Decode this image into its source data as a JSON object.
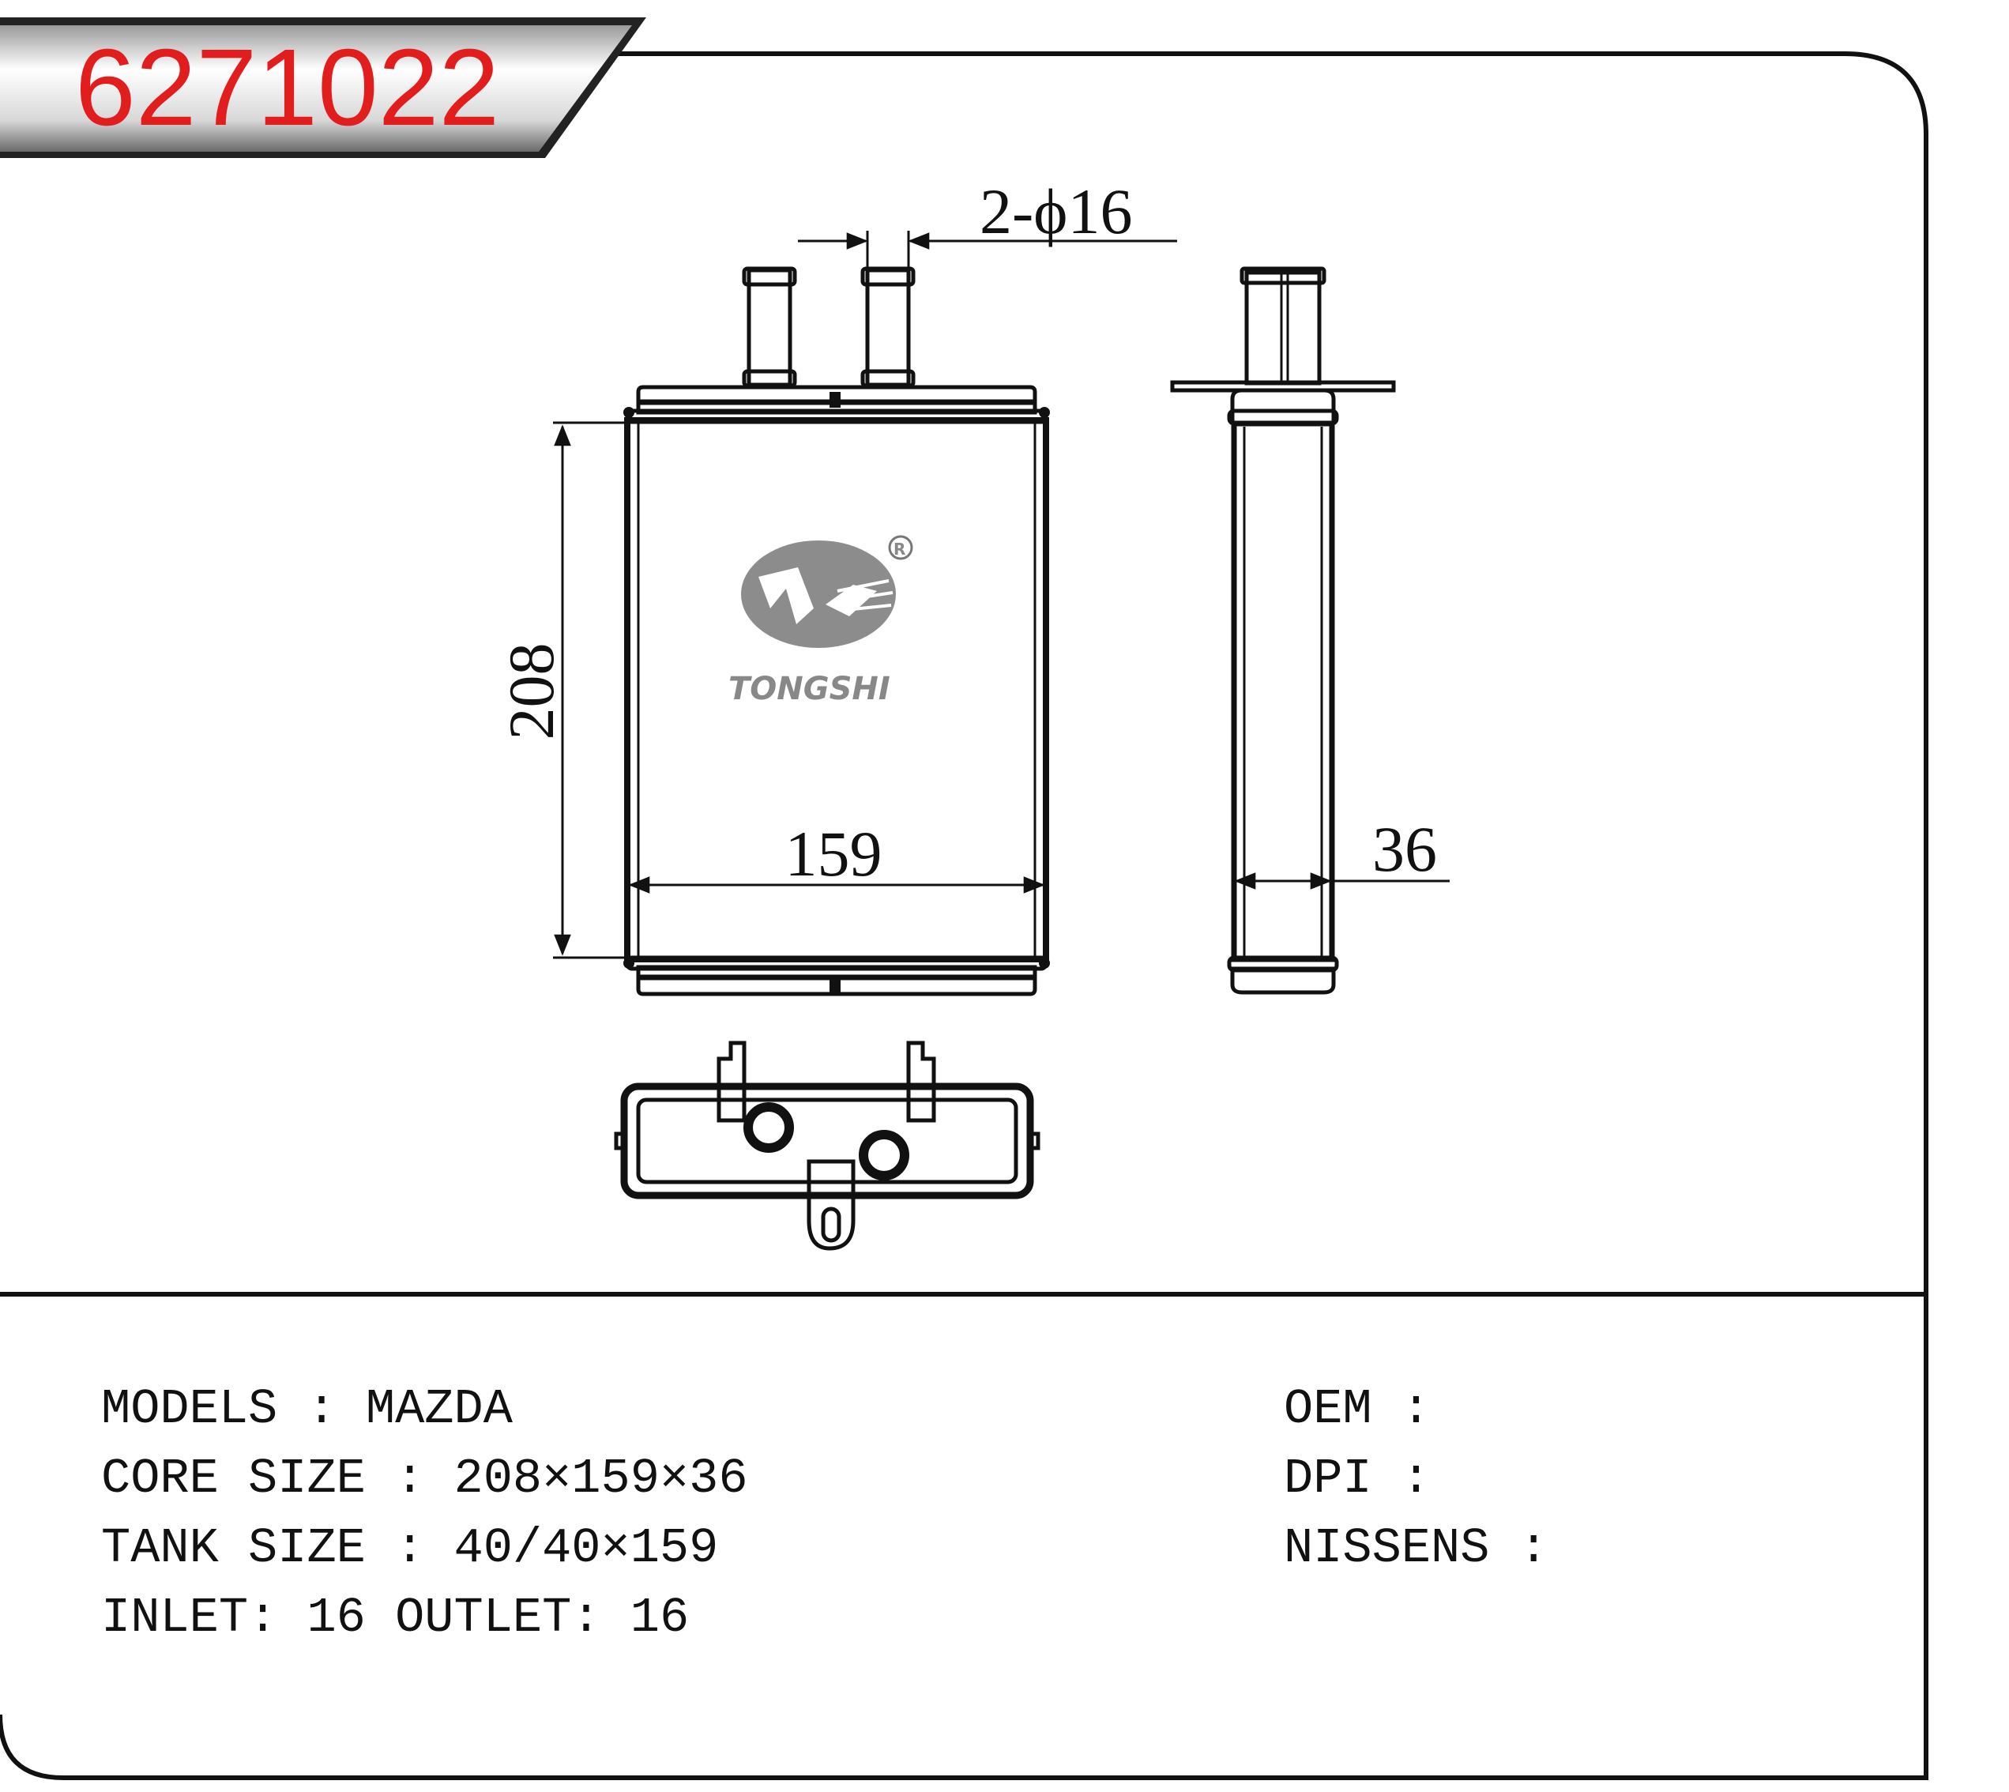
{
  "part_number": "6271022",
  "brand": {
    "name": "TONGSHI",
    "registered_mark": "R",
    "logo_color": "#8c8c8c"
  },
  "dimensions": {
    "tube_label": "2-ϕ16",
    "height_label": "208",
    "width_label": "159",
    "depth_label": "36"
  },
  "specs": {
    "models_label": "MODELS",
    "models_value": "MAZDA",
    "core_label": "CORE SIZE",
    "core_value": "208×159×36",
    "tank_label": "TANK SIZE",
    "tank_value": "40/40×159",
    "inlet_label": "INLET",
    "inlet_value": "16",
    "outlet_label": "OUTLET",
    "outlet_value": "16",
    "oem_label": "OEM",
    "oem_value": "",
    "dpi_label": "DPI",
    "dpi_value": "",
    "nissens_label": "NISSENS",
    "nissens_value": ""
  },
  "colors": {
    "part_number": "#e11d1d",
    "line": "#111111"
  }
}
